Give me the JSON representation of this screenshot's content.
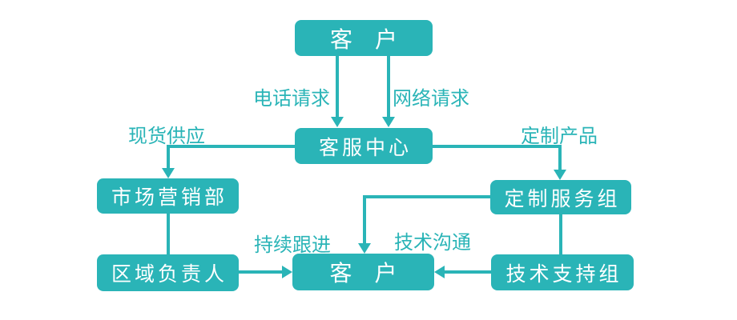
{
  "diagram": {
    "type": "flowchart",
    "colors": {
      "accent": "#2ab4b7",
      "node_text": "#ffffff",
      "background": "#ffffff"
    },
    "nodes": {
      "customer_top": {
        "label": "客　户"
      },
      "service_center": {
        "label": "客服中心"
      },
      "marketing_dept": {
        "label": "市场营销部"
      },
      "regional_manager": {
        "label": "区域负责人"
      },
      "customer_bottom": {
        "label": "客　户"
      },
      "custom_service_group": {
        "label": "定制服务组"
      },
      "tech_support_group": {
        "label": "技术支持组"
      }
    },
    "edge_labels": {
      "phone_request": "电话请求",
      "web_request": "网络请求",
      "spot_supply": "现货供应",
      "custom_product": "定制产品",
      "continuous_followup": "持续跟进",
      "tech_communication": "技术沟通"
    },
    "edges": [
      {
        "from": "customer_top",
        "to": "service_center",
        "label": "电话请求",
        "arrow": true
      },
      {
        "from": "customer_top",
        "to": "service_center",
        "label": "网络请求",
        "arrow": true
      },
      {
        "from": "service_center",
        "to": "marketing_dept",
        "label": "现货供应",
        "arrow": true
      },
      {
        "from": "service_center",
        "to": "custom_service_group",
        "label": "定制产品",
        "arrow": true
      },
      {
        "from": "marketing_dept",
        "to": "regional_manager",
        "label": "",
        "arrow": false
      },
      {
        "from": "regional_manager",
        "to": "customer_bottom",
        "label": "持续跟进",
        "arrow": true
      },
      {
        "from": "custom_service_group",
        "to": "customer_bottom",
        "label": "技术沟通",
        "arrow": true
      },
      {
        "from": "custom_service_group",
        "to": "tech_support_group",
        "label": "",
        "arrow": false
      },
      {
        "from": "tech_support_group",
        "to": "customer_bottom",
        "label": "",
        "arrow": true
      }
    ]
  }
}
